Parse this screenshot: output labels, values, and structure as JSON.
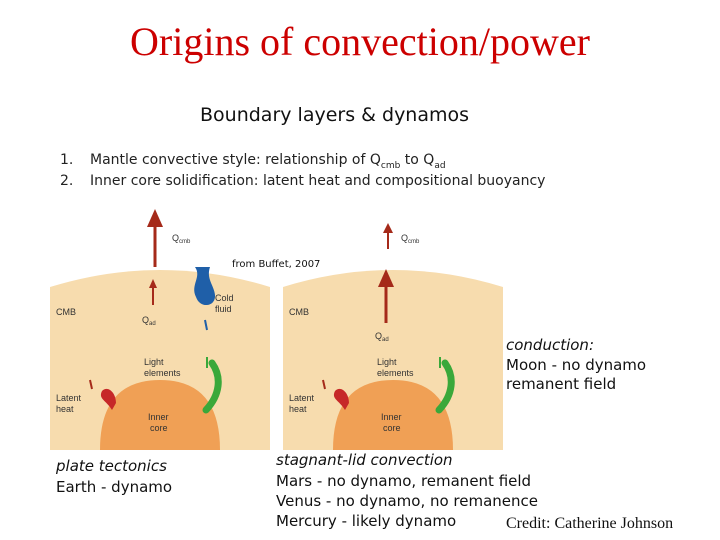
{
  "title": "Origins of convection/power",
  "subtitle": "Boundary layers & dynamos",
  "points": [
    {
      "num": "1.",
      "text": "Mantle convective style: relationship of Q",
      "sub1": "cmb",
      "mid": " to Q",
      "sub2": "ad"
    },
    {
      "num": "2.",
      "text": "Inner core solidification:  latent heat and compositional buoyancy"
    }
  ],
  "source_note": "from Buffet, 2007",
  "diagram_labels": {
    "q_cmb": "Q",
    "q_cmb_sub": "cmb",
    "q_ad": "Q",
    "q_ad_sub": "ad",
    "cmb": "CMB",
    "cold_fluid_1": "Cold",
    "cold_fluid_2": "fluid",
    "light_1": "Light",
    "light_2": "elements",
    "latent_1": "Latent",
    "latent_2": "heat",
    "core_1": "Inner",
    "core_2": "core"
  },
  "left_caption": {
    "heading": "plate tectonics",
    "lines": [
      "Earth - dynamo"
    ]
  },
  "middle_caption": {
    "heading": "stagnant-lid convection",
    "lines": [
      "Mars - no dynamo, remanent field",
      "Venus - no dynamo, no remanence",
      "Mercury - likely dynamo"
    ]
  },
  "right_caption": {
    "heading": "conduction:",
    "lines": [
      "Moon - no dynamo",
      "remanent field"
    ]
  },
  "credit": "Credit: Catherine Johnson",
  "colors": {
    "title": "#cc0000",
    "mantle": "#f7dcae",
    "core": "#f0a055",
    "arrow": "#a52a1a",
    "cold_fluid": "#1f5fa8",
    "light_elements": "#3aa83a",
    "latent_heat": "#c62828"
  }
}
